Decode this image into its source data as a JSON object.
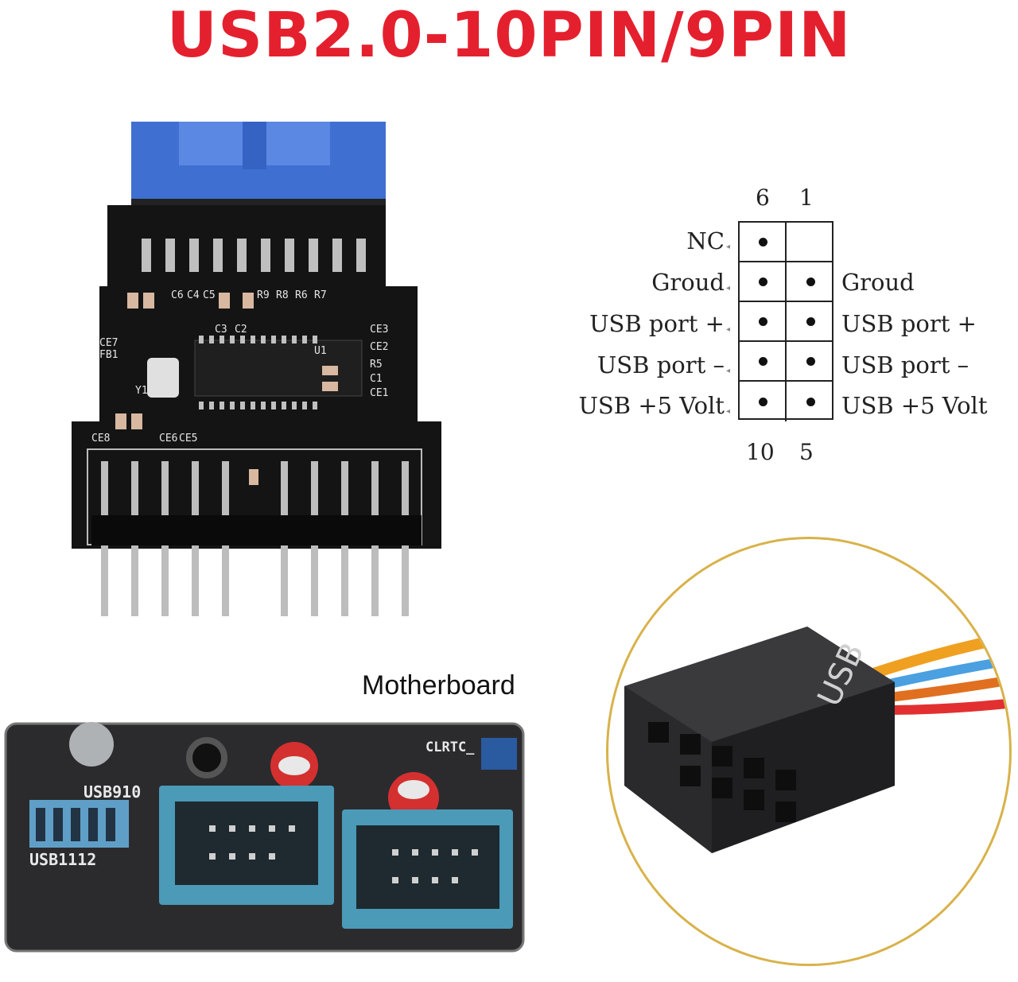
{
  "title": "USB2.0-10PIN/9PIN",
  "pinout": {
    "top_numbers": [
      "6",
      "1"
    ],
    "bottom_numbers": [
      "10",
      "5"
    ],
    "left_labels": [
      "NC",
      "Groud",
      "USB port +",
      "USB port –",
      "USB +5 Volt"
    ],
    "right_labels": [
      "Groud",
      "USB port +",
      "USB port –",
      "USB +5 Volt"
    ]
  },
  "pcb": {
    "silkscreen": [
      "C6",
      "C4",
      "C5",
      "R9",
      "R8",
      "R6",
      "R7",
      "C2",
      "C3",
      "CE7",
      "FB1",
      "CE3",
      "CE2",
      "R5",
      "C1",
      "CE1",
      "Y1",
      "U1",
      "CE8",
      "CE6",
      "CE5"
    ]
  },
  "motherboard": {
    "label": "Motherboard",
    "silkscreen": [
      "USB910",
      "USB1112",
      "CLRTC_"
    ]
  },
  "connector": {
    "label": "USB"
  },
  "colors": {
    "title": "#e5202e",
    "pcb": "#141414",
    "header_blue": "#3f6fd1",
    "mb_header": "#4a9ab8",
    "circle_border": "#d8b24a"
  }
}
